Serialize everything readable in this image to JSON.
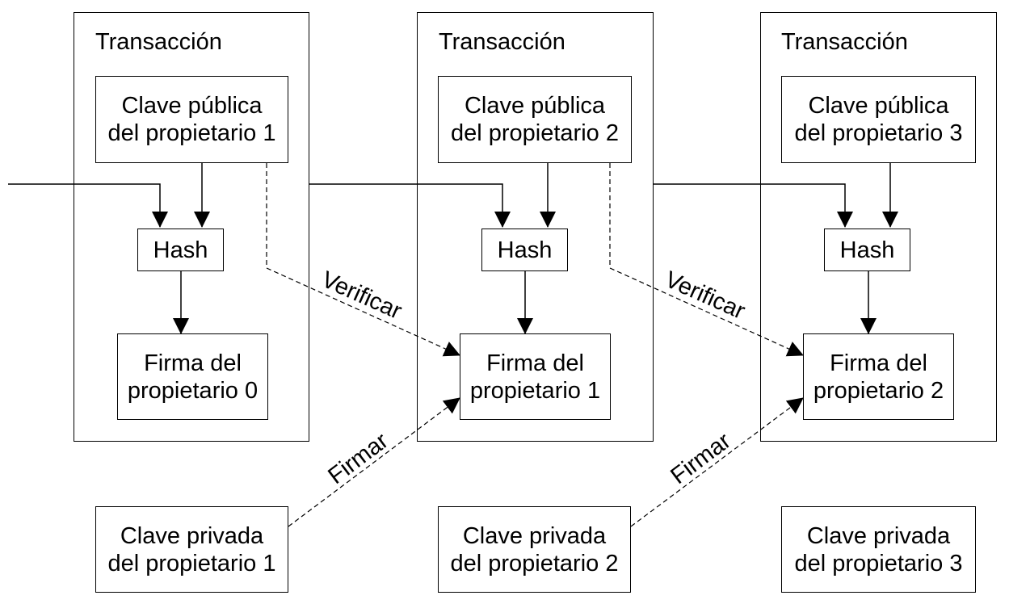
{
  "transactions": [
    {
      "title": "Transacción",
      "public_key": [
        "Clave pública",
        "del propietario 1"
      ],
      "hash": "Hash",
      "signature": [
        "Firma del",
        "propietario 0"
      ]
    },
    {
      "title": "Transacción",
      "public_key": [
        "Clave pública",
        "del propietario 2"
      ],
      "hash": "Hash",
      "signature": [
        "Firma del",
        "propietario 1"
      ]
    },
    {
      "title": "Transacción",
      "public_key": [
        "Clave pública",
        "del propietario 3"
      ],
      "hash": "Hash",
      "signature": [
        "Firma del",
        "propietario 2"
      ]
    }
  ],
  "private_keys": [
    [
      "Clave privada",
      "del propietario 1"
    ],
    [
      "Clave privada",
      "del propietario 2"
    ],
    [
      "Clave privada",
      "del propietario 3"
    ]
  ],
  "edge_labels": {
    "verify": "Verificar",
    "sign": "Firmar"
  }
}
